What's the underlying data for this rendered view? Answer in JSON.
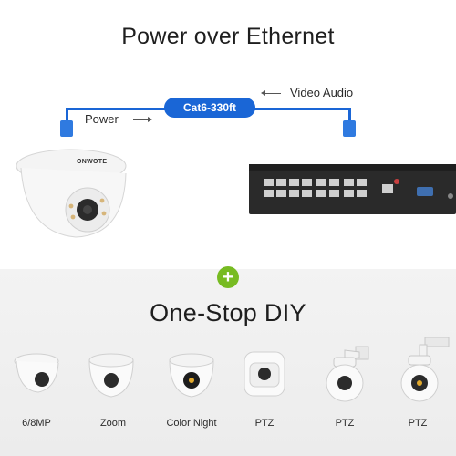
{
  "header_title": "Power over Ethernet",
  "cable": {
    "badge": "Cat6-330ft",
    "left_label": "Power",
    "right_label": "Video Audio"
  },
  "camera_brand": "ONWOTE",
  "section_title": "One-Stop DIY",
  "products": [
    {
      "caption": "6/8MP"
    },
    {
      "caption": "Zoom"
    },
    {
      "caption": "Color Night"
    },
    {
      "caption": "PTZ"
    },
    {
      "caption": "PTZ"
    },
    {
      "caption": "PTZ"
    }
  ],
  "colors": {
    "cable_blue": "#1a66d6",
    "plus_green": "#77bb22"
  }
}
